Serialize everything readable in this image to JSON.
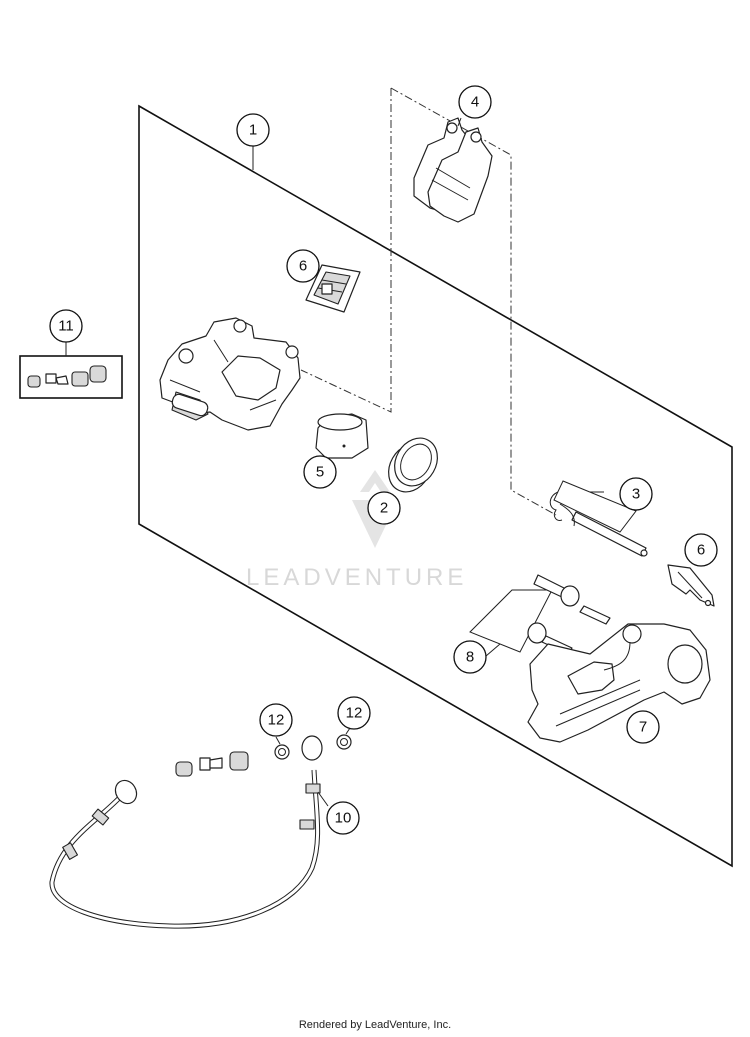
{
  "diagram": {
    "callouts": [
      {
        "id": "c1",
        "label": "1"
      },
      {
        "id": "c2",
        "label": "2"
      },
      {
        "id": "c3",
        "label": "3"
      },
      {
        "id": "c4",
        "label": "4"
      },
      {
        "id": "c5",
        "label": "5"
      },
      {
        "id": "c6a",
        "label": "6"
      },
      {
        "id": "c6b",
        "label": "6"
      },
      {
        "id": "c7",
        "label": "7"
      },
      {
        "id": "c8",
        "label": "8"
      },
      {
        "id": "c10",
        "label": "10"
      },
      {
        "id": "c11",
        "label": "11"
      },
      {
        "id": "c12a",
        "label": "12"
      },
      {
        "id": "c12b",
        "label": "12"
      }
    ],
    "watermark": "LEADVENTURE"
  },
  "footer": {
    "text": "Rendered by LeadVenture, Inc."
  }
}
